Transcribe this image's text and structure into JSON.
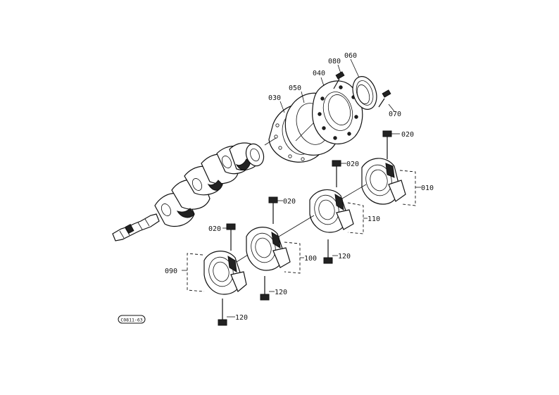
{
  "labels": {
    "l010": "010",
    "l020a": "020",
    "l020b": "020",
    "l020c": "020",
    "l020d": "020",
    "l030": "030",
    "l040": "040",
    "l050": "050",
    "l060": "060",
    "l070": "070",
    "l080": "080",
    "l090": "090",
    "l100": "100",
    "l110": "110",
    "l120a": "120",
    "l120b": "120",
    "l120c": "120",
    "stamp": "C0811-63"
  }
}
